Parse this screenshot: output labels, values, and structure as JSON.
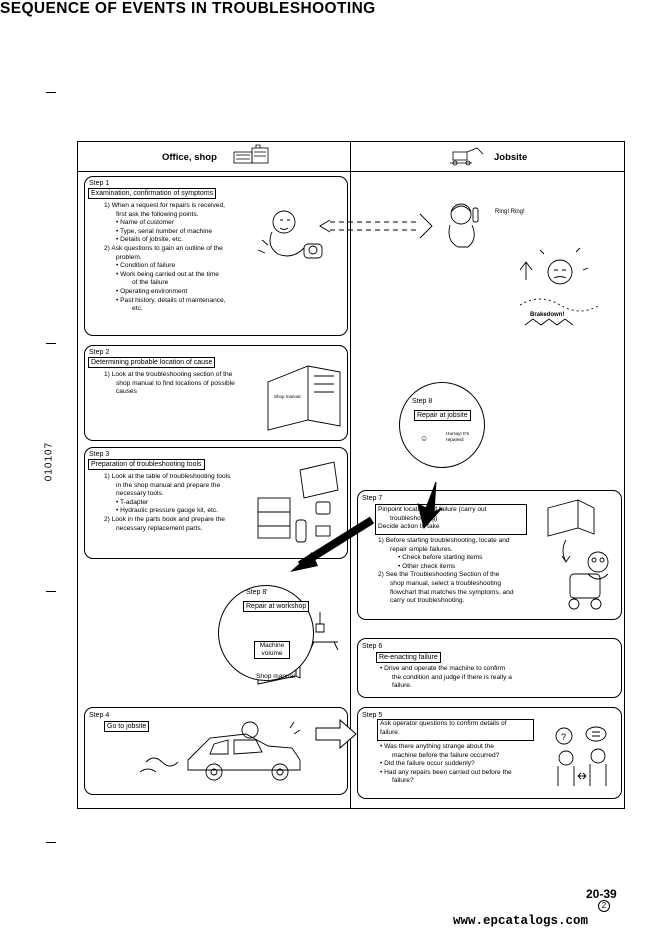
{
  "title": "SEQUENCE OF EVENTS IN TROUBLESHOOTING",
  "side_code": "010107",
  "columns": {
    "office": "Office, shop",
    "jobsite": "Jobsite"
  },
  "step1": {
    "label": "Step 1",
    "heading": "Examination, confirmation of symptoms",
    "lines": [
      "1)   When a request for repairs is received,",
      "first ask the following points.",
      "•    Name of customer",
      "•    Type, serial number of machine",
      "•    Details of jobsite, etc.",
      "2)   Ask questions to gain an outline of the",
      "problem.",
      "•    Condition of failure",
      "•    Work being carried out at the time",
      "of the failure",
      "•    Operating environment",
      "•    Past history, details of maintenance,",
      "etc."
    ]
  },
  "jobsite": {
    "ring": "Ring! Ring!",
    "breakdown": "Brakedown!"
  },
  "step2": {
    "label": "Step 2",
    "heading": "Determining probable location of cause",
    "lines": [
      "1)   Look at the troubleshooting section of the",
      "shop manual to find locations of possible",
      "causes"
    ],
    "book_label": "Shop manual"
  },
  "step3": {
    "label": "Step 3",
    "heading": "Preparation of troubleshooting tools",
    "lines": [
      "1)   Look at the table of troubleshooting tools",
      "in the shop manual and prepare the",
      "necessary tools.",
      "•    T-adapter",
      "•    Hydraulic pressure gauge kit, etc.",
      "2)   Look in the parts book and prepare the",
      "necessary replacement parts."
    ]
  },
  "step8": {
    "label": "Step 8",
    "heading": "Repair at jobsite",
    "speech": "Hurray! It's repaired"
  },
  "step8b": {
    "label": "Step 8'",
    "heading": "Repair at workshop",
    "book": "Machine volume",
    "caption": "Shop manual"
  },
  "step7": {
    "label": "Step 7",
    "heading1": "Pinpoint locations of failure (carry out",
    "heading2": "troubleshooting)",
    "heading3": "Decide action to take",
    "lines": [
      "1)   Before starting troubleshooting, locate and",
      "repair simple failures.",
      "•    Check before starting items",
      "•    Other check items",
      "2)   See the Troubleshooting Section of the",
      "shop manual, select a troubleshooting",
      "flowchart that matches the symptoms, and",
      "carry out troubleshooting."
    ]
  },
  "step6": {
    "label": "Step 6",
    "heading": "Re-enacting failure",
    "lines": [
      "•    Drive and operate the machine to confirm",
      "the condition and judge if there is really a",
      "failure."
    ]
  },
  "step4": {
    "label": "Step 4",
    "heading": "Go to jobsite"
  },
  "step5": {
    "label": "Step 5",
    "heading1": "Ask operator questions to confirm details of",
    "heading2": "failure.",
    "lines": [
      "•    Was there anything strange about the",
      "machine before the failure occurred?",
      "•    Did the failure occur suddenly?",
      "•    Had any repairs been carried out before the",
      "failure?"
    ]
  },
  "page_number": "20-39",
  "revision": "2",
  "watermark": "www.epcatalogs.com"
}
